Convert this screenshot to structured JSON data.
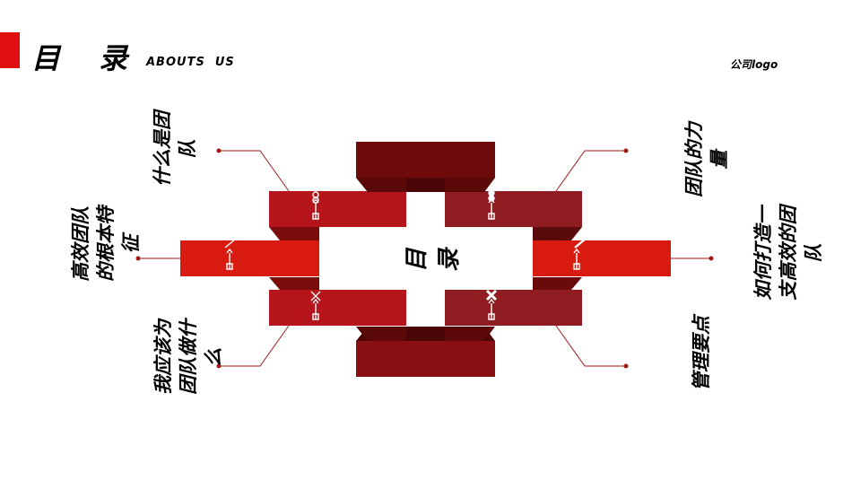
{
  "header": {
    "title": "目 录",
    "subtitle": "ABOUTS  US",
    "logo": "公司logo"
  },
  "center_label": "目 录",
  "items": [
    {
      "line1": "什么是团",
      "line2": "队"
    },
    {
      "line1": "高效团队",
      "line2": "的根本特",
      "line3": "征"
    },
    {
      "line1": "我应该为",
      "line2": "团队做什",
      "line3": "么"
    },
    {
      "line1": "团队的力",
      "line2": "量"
    },
    {
      "line1": "如何打造一",
      "line2": "支高效的团",
      "line3": "队"
    },
    {
      "line1": "管理要点"
    }
  ],
  "colors": {
    "accent": "#e01010",
    "dark_red": "#6e0a0a",
    "mid_red": "#b5141a",
    "bright_red": "#d81a10",
    "dim_red": "#8f1c20",
    "line": "#a01818"
  },
  "icons": [
    "clip-icon",
    "pin-icon",
    "cross-icon",
    "link-icon",
    "check-icon"
  ]
}
